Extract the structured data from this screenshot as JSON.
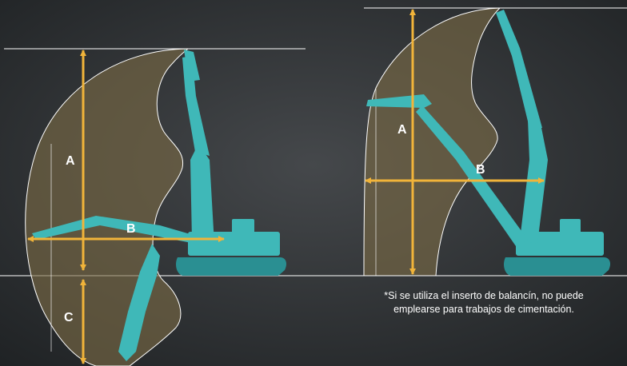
{
  "background": "#2b2e31",
  "colors": {
    "zone_fill": "#7a6a45",
    "zone_outline": "#ffffff",
    "machine": "#3fb8b8",
    "machine_dark": "#2a8f92",
    "arrow": "#f1b43a",
    "reference_line": "#ffffff"
  },
  "left_diagram": {
    "label_a": "A",
    "label_b": "B",
    "label_c": "C"
  },
  "right_diagram": {
    "label_a": "A",
    "label_b": "B"
  },
  "footnote": {
    "line1": "*Si se utiliza el inserto de balancín, no puede",
    "line2": "emplearse para trabajos de cimentación."
  }
}
